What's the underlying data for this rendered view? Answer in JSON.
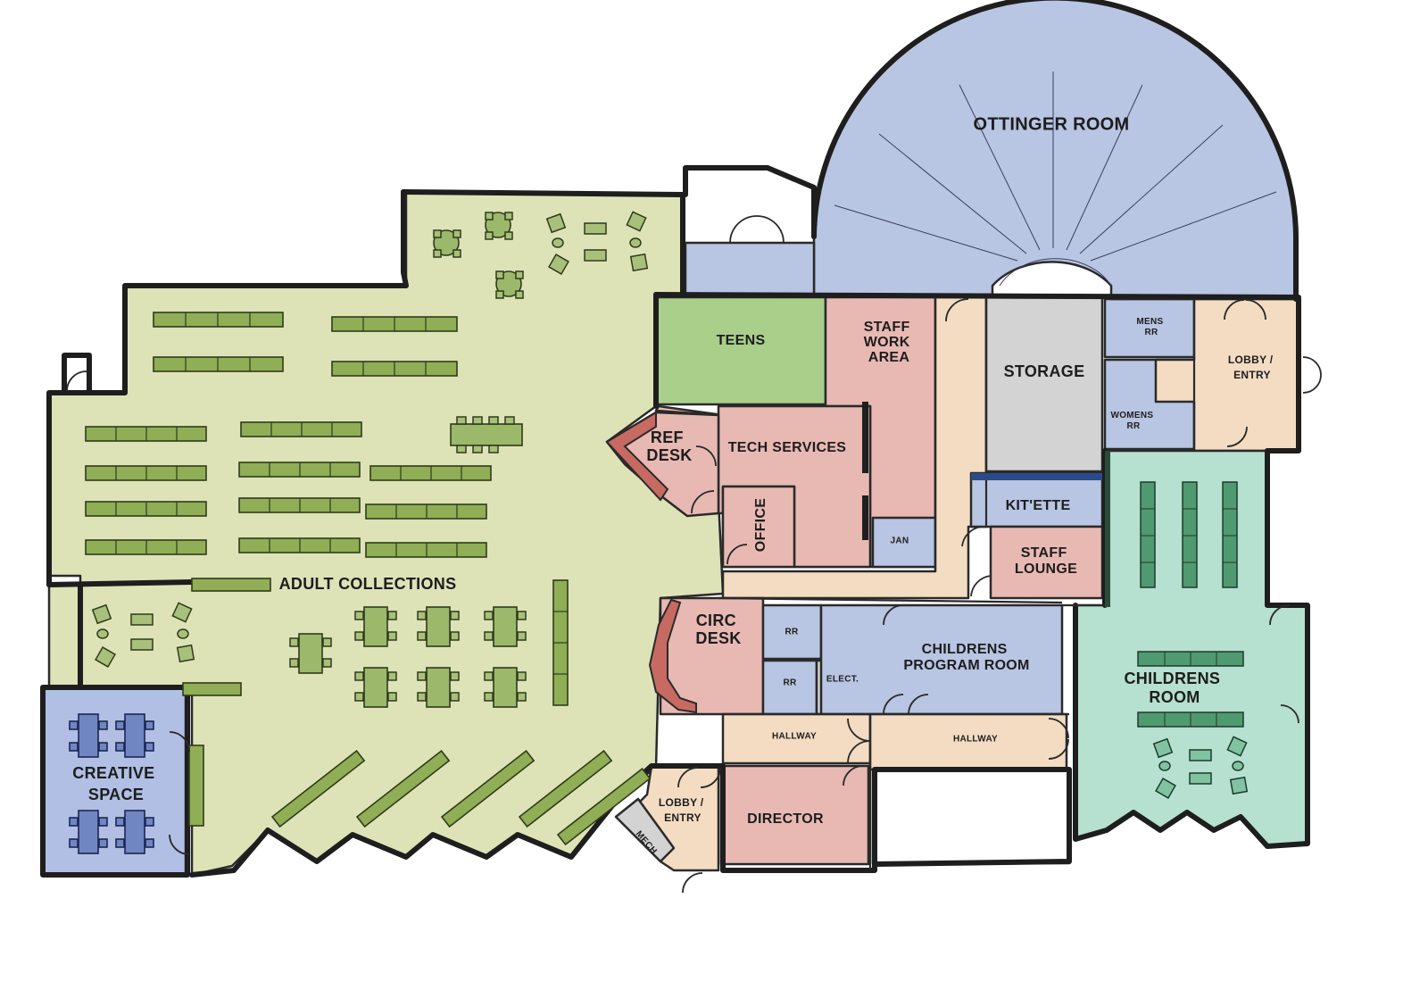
{
  "colors": {
    "adult": "#dde3b7",
    "teens": "#a9cf8b",
    "staff": "#e8b9b3",
    "blue": "#b8c5e3",
    "storage": "#d3d3d3",
    "lobby": "#f3dcc2",
    "childrens": "#b6e0d0",
    "creative": "#b1bfe4",
    "ref_desk": "#c76a62"
  },
  "rooms": {
    "ottinger": "OTTINGER ROOM",
    "teens": "TEENS",
    "staff_work_area": [
      "STAFF",
      "WORK",
      "AREA"
    ],
    "storage": "STORAGE",
    "mens_rr": [
      "MENS",
      "RR"
    ],
    "womens_rr": [
      "WOMENS",
      "RR"
    ],
    "lobby_entry_east": [
      "LOBBY /",
      "ENTRY"
    ],
    "ref_desk": [
      "REF",
      "DESK"
    ],
    "tech_services": "TECH SERVICES",
    "office": "OFFICE",
    "jan": "JAN",
    "kitette": "KIT'ETTE",
    "staff_lounge": [
      "STAFF",
      "LOUNGE"
    ],
    "adult_collections": "ADULT COLLECTIONS",
    "circ_desk": [
      "CIRC",
      "DESK"
    ],
    "rr_1": "RR",
    "rr_2": "RR",
    "elect": "ELECT.",
    "childrens_program_room": [
      "CHILDRENS",
      "PROGRAM ROOM"
    ],
    "childrens_room": [
      "CHILDRENS",
      "ROOM"
    ],
    "creative_space": [
      "CREATIVE",
      "SPACE"
    ],
    "hallway_1": "HALLWAY",
    "hallway_2": "HALLWAY",
    "lobby_entry_south": [
      "LOBBY /",
      "ENTRY"
    ],
    "mech": "MECH",
    "director": "DIRECTOR"
  }
}
